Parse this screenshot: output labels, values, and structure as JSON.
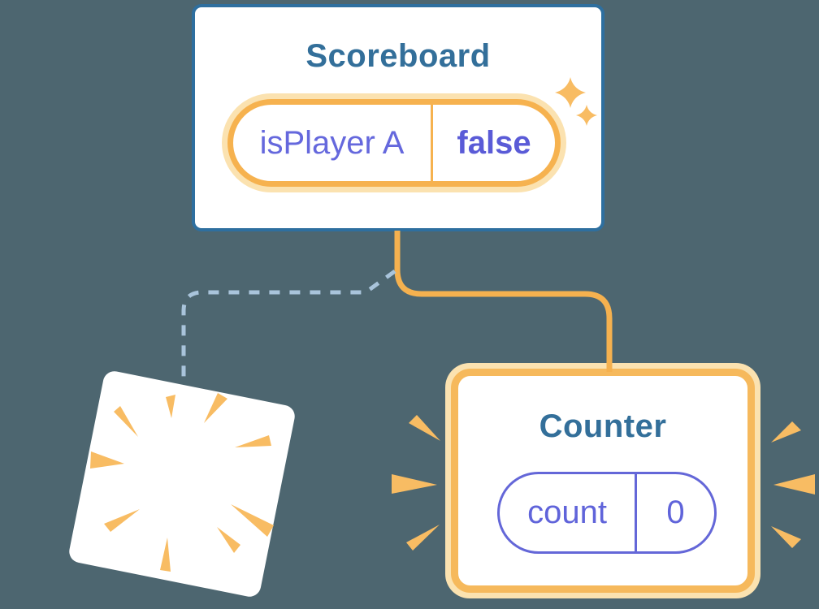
{
  "canvas": {
    "background_color": "#4D6670"
  },
  "scoreboard": {
    "title": "Scoreboard",
    "state": {
      "name": "isPlayer A",
      "value": "false"
    },
    "card_border_color": "#2E6F9F",
    "title_color": "#336F9A",
    "pill_border_color": "#F6B24F",
    "pill_glow_color": "#FBE2B0",
    "state_name_color": "#6568DD",
    "state_value_color": "#5A5BD7"
  },
  "counter": {
    "title": "Counter",
    "state": {
      "name": "count",
      "value": "0"
    },
    "card_border_color": "#F6B95C",
    "card_glow_color": "#FBE2B0",
    "pill_border_color": "#6467D8",
    "state_text_color": "#6064DA"
  },
  "removed_card": {
    "description": "blank white card, tilted, with orange burst rays",
    "background_color": "#FFFFFF"
  },
  "connectors": {
    "scoreboard_to_counter": {
      "style": "solid",
      "color": "#F5B14F"
    },
    "scoreboard_to_removed": {
      "style": "dashed",
      "color": "#A9C4DB"
    }
  },
  "decorations": {
    "sparkles_icon": "twin-four-point-stars",
    "sparkle_color": "#F8BC63",
    "burst_ray_color": "#F8BC63"
  }
}
